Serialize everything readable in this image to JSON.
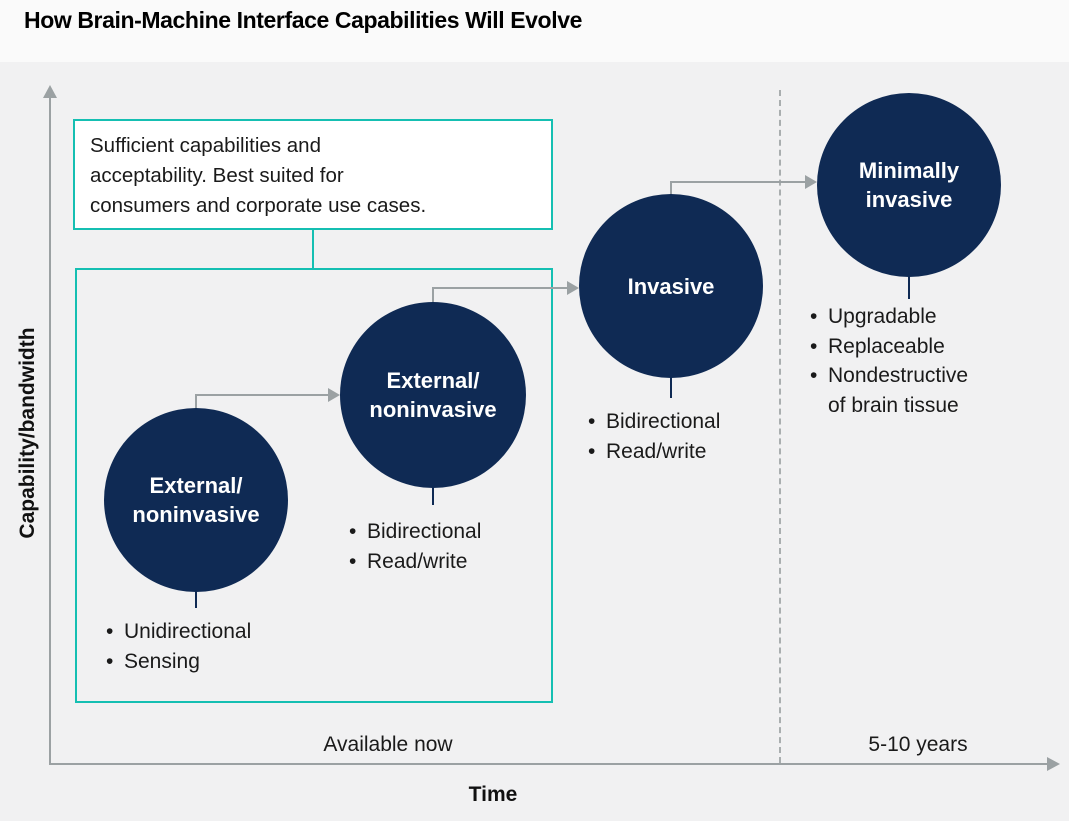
{
  "title": "How Brain-Machine Interface Capabilities Will Evolve",
  "axes": {
    "y_label": "Capability/bandwidth",
    "x_label": "Time"
  },
  "timeline": {
    "now_label": "Available now",
    "future_label": "5-10 years"
  },
  "annotation": {
    "text": "Sufficient capabilities and\nacceptability. Best suited for\nconsumers and corporate use cases."
  },
  "ui": {
    "bullet_char": "•"
  },
  "colors": {
    "circle_navy": "#0f2a54",
    "accent_teal": "#15bfb2",
    "line_gray": "#9ba1a3",
    "panel_background": "#f1f1f2",
    "callout_background": "#ffffff",
    "text": "#1a1a1a"
  },
  "stages": [
    {
      "label": "External/\nnoninvasive",
      "bullets": [
        "Unidirectional",
        "Sensing"
      ],
      "period": "Available now"
    },
    {
      "label": "External/\nnoninvasive",
      "bullets": [
        "Bidirectional",
        "Read/write"
      ],
      "period": "Available now"
    },
    {
      "label": "Invasive",
      "bullets": [
        "Bidirectional",
        "Read/write"
      ],
      "period": "Available now"
    },
    {
      "label": "Minimally\ninvasive",
      "bullets": [
        "Upgradable",
        "Replaceable",
        "Nondestructive\nof brain tissue"
      ],
      "period": "5-10 years"
    }
  ]
}
